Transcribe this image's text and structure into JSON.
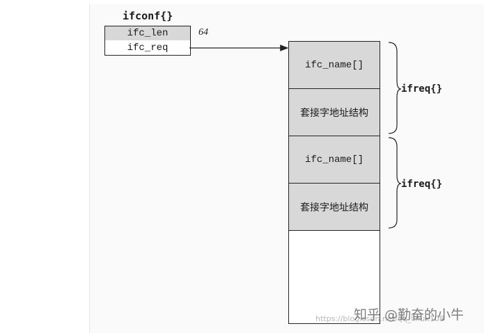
{
  "ifconf": {
    "title": "ifconf{}",
    "len_label": "ifc_len",
    "len_value": "64",
    "req_label": "ifc_req"
  },
  "buffer": {
    "entries": [
      {
        "name_label": "ifc_name[]",
        "addr_label": "套接字地址结构",
        "brace_label": "ifreq{}"
      },
      {
        "name_label": "ifc_name[]",
        "addr_label": "套接字地址结构",
        "brace_label": "ifreq{}"
      }
    ]
  },
  "watermark": {
    "main": "知乎 @勤奋的小牛",
    "sub": "https://blog.csdn.net/qq_linux108"
  }
}
